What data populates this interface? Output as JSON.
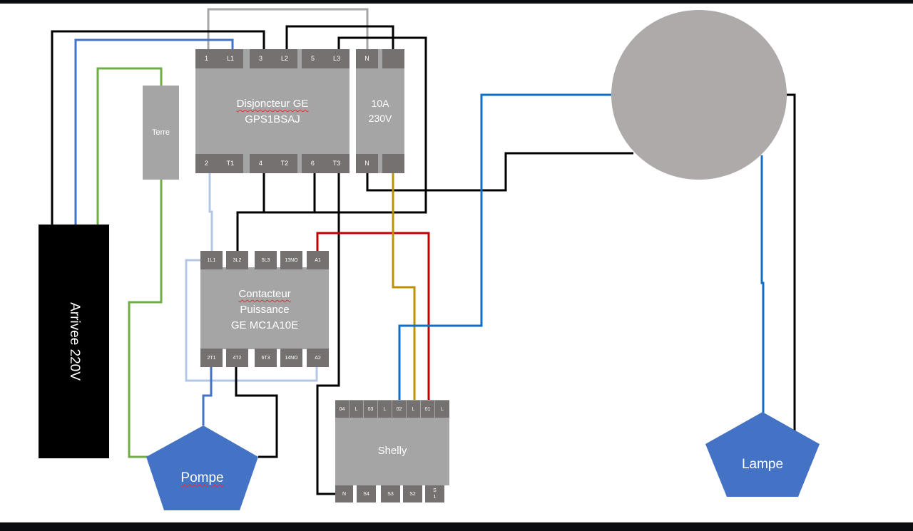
{
  "diagram": {
    "title": "Wiring schematic: breaker, contactor, Shelly relay, pump and lamp",
    "colors": {
      "wire_black": "#000000",
      "wire_blue": "#4472c4",
      "wire_bright_blue": "#0f6fc6",
      "wire_light_blue": "#b4c7e7",
      "wire_green": "#70ad47",
      "wire_grey": "#a6a6a6",
      "wire_red": "#c00000",
      "wire_yellow": "#bf9000",
      "box_fill": "#a5a5a5",
      "terminal_fill": "#767171",
      "load_fill": "#4472c4",
      "circle_fill": "#aeaaaa"
    },
    "arrivee": {
      "label": "Arrivee 220V"
    },
    "terre": {
      "label": "Terre"
    },
    "breaker": {
      "line1": "Disjoncteur GE",
      "line2": "GPS1BSAJ",
      "top_terminals": [
        "1",
        "L1",
        "3",
        "L2",
        "5",
        "L3"
      ],
      "bottom_terminals": [
        "2",
        "T1",
        "4",
        "T2",
        "6",
        "T3"
      ]
    },
    "fuse": {
      "line1": "10A",
      "line2": "230V",
      "top_terminals": [
        "N",
        ""
      ],
      "bottom_terminals": [
        "N",
        ""
      ]
    },
    "contactor": {
      "line1": "Contacteur",
      "line2": "Puissance",
      "line3": "GE MC1A10E",
      "top_terminals": [
        "1L1",
        "3L2",
        "5L3",
        "13NO",
        "A1"
      ],
      "bottom_terminals": [
        "2T1",
        "4T2",
        "6T3",
        "14NO",
        "A2"
      ]
    },
    "shelly": {
      "label": "Shelly",
      "top_terminals": [
        "04",
        "L",
        "03",
        "L",
        "02",
        "L",
        "01",
        "L"
      ],
      "bottom_terminals": [
        "N",
        "S4",
        "S3",
        "S2",
        "S\n1"
      ]
    },
    "pompe": {
      "label": "Pompe"
    },
    "lampe": {
      "label": "Lampe"
    }
  }
}
